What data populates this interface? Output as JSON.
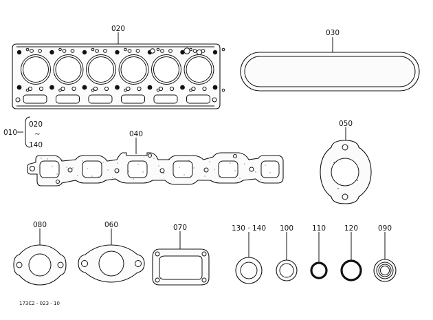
{
  "diagram": {
    "callouts": {
      "p020": "020",
      "p030": "030",
      "group_label": "010",
      "group_from": "020",
      "group_to": "140",
      "p040": "040",
      "p050": "050",
      "p080": "080",
      "p060": "060",
      "p070": "070",
      "p130_140": "130 · 140",
      "p100": "100",
      "p110": "110",
      "p120": "120",
      "p090": "090"
    },
    "drawing_code": "173C2 - 023 - 10"
  }
}
